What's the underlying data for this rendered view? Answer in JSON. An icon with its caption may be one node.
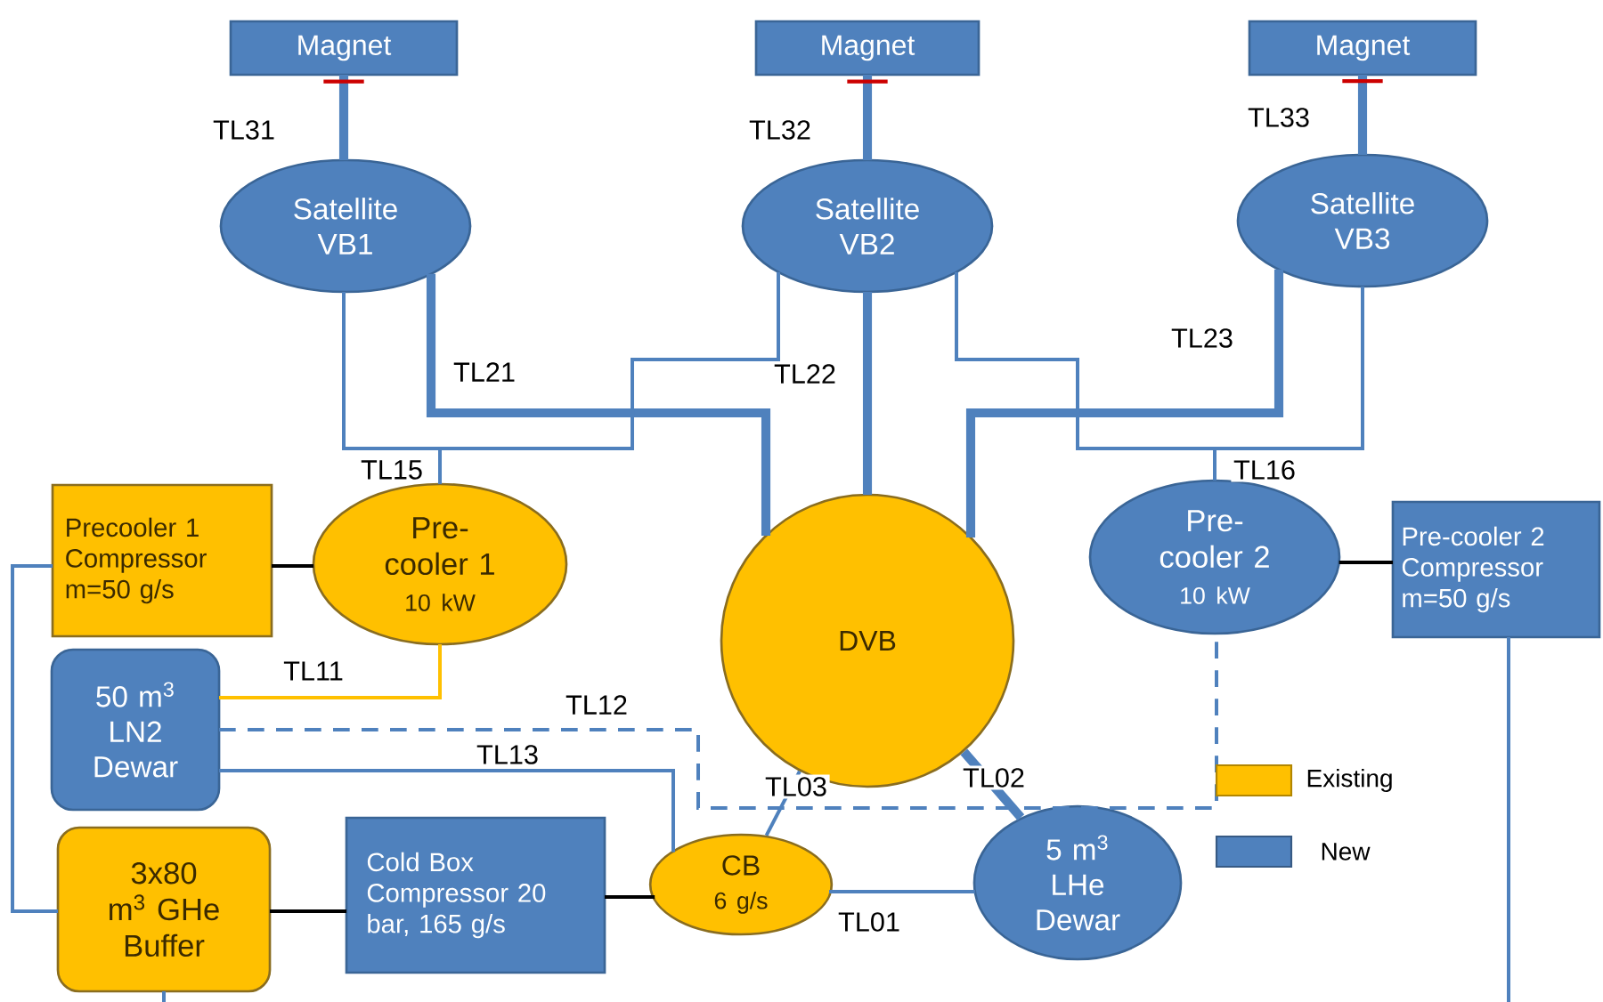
{
  "diagram": {
    "nodes": [
      {
        "text": [
          "Magnet"
        ]
      },
      {
        "text": [
          "Magnet"
        ]
      },
      {
        "text": [
          "Magnet"
        ]
      },
      {
        "text": [
          "Satellite VB1"
        ]
      },
      {
        "text": [
          "Satellite VB2"
        ]
      },
      {
        "text": [
          "Satellite VB3"
        ]
      },
      {
        "text": [
          "Precooler 1 Compressor m=50 g/s"
        ]
      },
      {
        "text": [
          "Pre- cooler 1",
          "10 kW"
        ]
      },
      {
        "text": [
          "DVB"
        ]
      },
      {
        "text": [
          "Pre- cooler 2",
          "10 kW"
        ]
      },
      {
        "text": [
          "Pre-cooler 2 Compressor m=50 g/s"
        ]
      },
      {
        "text": [
          "50 m$^{3}$ LN2 Dewar"
        ]
      },
      {
        "text": [
          "3x80 m$^{3}$ GHe Buffer"
        ]
      },
      {
        "text": [
          "Cold Box Compressor 20 bar, 165 g/s"
        ]
      },
      {
        "text": [
          "CB",
          "6 g/s"
        ]
      },
      {
        "text": [
          "5 m$^{3}$ LHe Dewar"
        ]
      }
    ],
    "edges": [
      {
        "from": 3,
        "to": 0,
        "arrow": "other",
        "label": "TL31",
        "style": "thick"
      },
      {
        "from": 4,
        "to": 1,
        "arrow": "other",
        "label": "TL32",
        "style": "thick"
      },
      {
        "from": 5,
        "to": 2,
        "arrow": "other",
        "label": "TL33",
        "style": "thick"
      },
      {
        "from": 3,
        "to": 8,
        "arrow": "none",
        "label": "TL21",
        "style": "thick"
      },
      {
        "from": 4,
        "to": 8,
        "arrow": "none",
        "label": "TL22",
        "style": "thick"
      },
      {
        "from": 5,
        "to": 8,
        "arrow": "none",
        "label": "TL23",
        "style": "thick"
      },
      {
        "from": 3,
        "to": 7,
        "arrow": "none",
        "label": "TL15"
      },
      {
        "from": 4,
        "to": 7,
        "arrow": "none"
      },
      {
        "from": 4,
        "to": 9,
        "arrow": "none"
      },
      {
        "from": 5,
        "to": 9,
        "arrow": "none",
        "label": "TL16"
      },
      {
        "from": 6,
        "to": 7,
        "arrow": "none",
        "color": "#000000"
      },
      {
        "from": 9,
        "to": 10,
        "arrow": "none",
        "color": "#000000"
      },
      {
        "from": 7,
        "to": 11,
        "arrow": "none",
        "label": "TL11",
        "color": "#ffc000"
      },
      {
        "from": 11,
        "to": 9,
        "arrow": "none",
        "label": "TL12",
        "style": "dashed"
      },
      {
        "from": 11,
        "to": 14,
        "arrow": "none",
        "label": "TL13"
      },
      {
        "from": 8,
        "to": 14,
        "arrow": "none",
        "label": "TL03"
      },
      {
        "from": 8,
        "to": 15,
        "arrow": "none",
        "label": "TL02",
        "style": "thick"
      },
      {
        "from": 14,
        "to": 15,
        "arrow": "none",
        "label": "TL01"
      },
      {
        "from": 12,
        "to": 13,
        "arrow": "none",
        "color": "#000000"
      },
      {
        "from": 13,
        "to": 14,
        "arrow": "none",
        "color": "#000000"
      },
      {
        "from": 6,
        "to": 12,
        "arrow": "none"
      },
      {
        "from": 10,
        "to": null,
        "arrow": "none"
      },
      {
        "from": 12,
        "to": null,
        "arrow": "none"
      }
    ],
    "legend": [
      {
        "text": "Existing",
        "color": "#ffc000"
      },
      {
        "text": "New",
        "color": "#4f81bd"
      }
    ]
  }
}
